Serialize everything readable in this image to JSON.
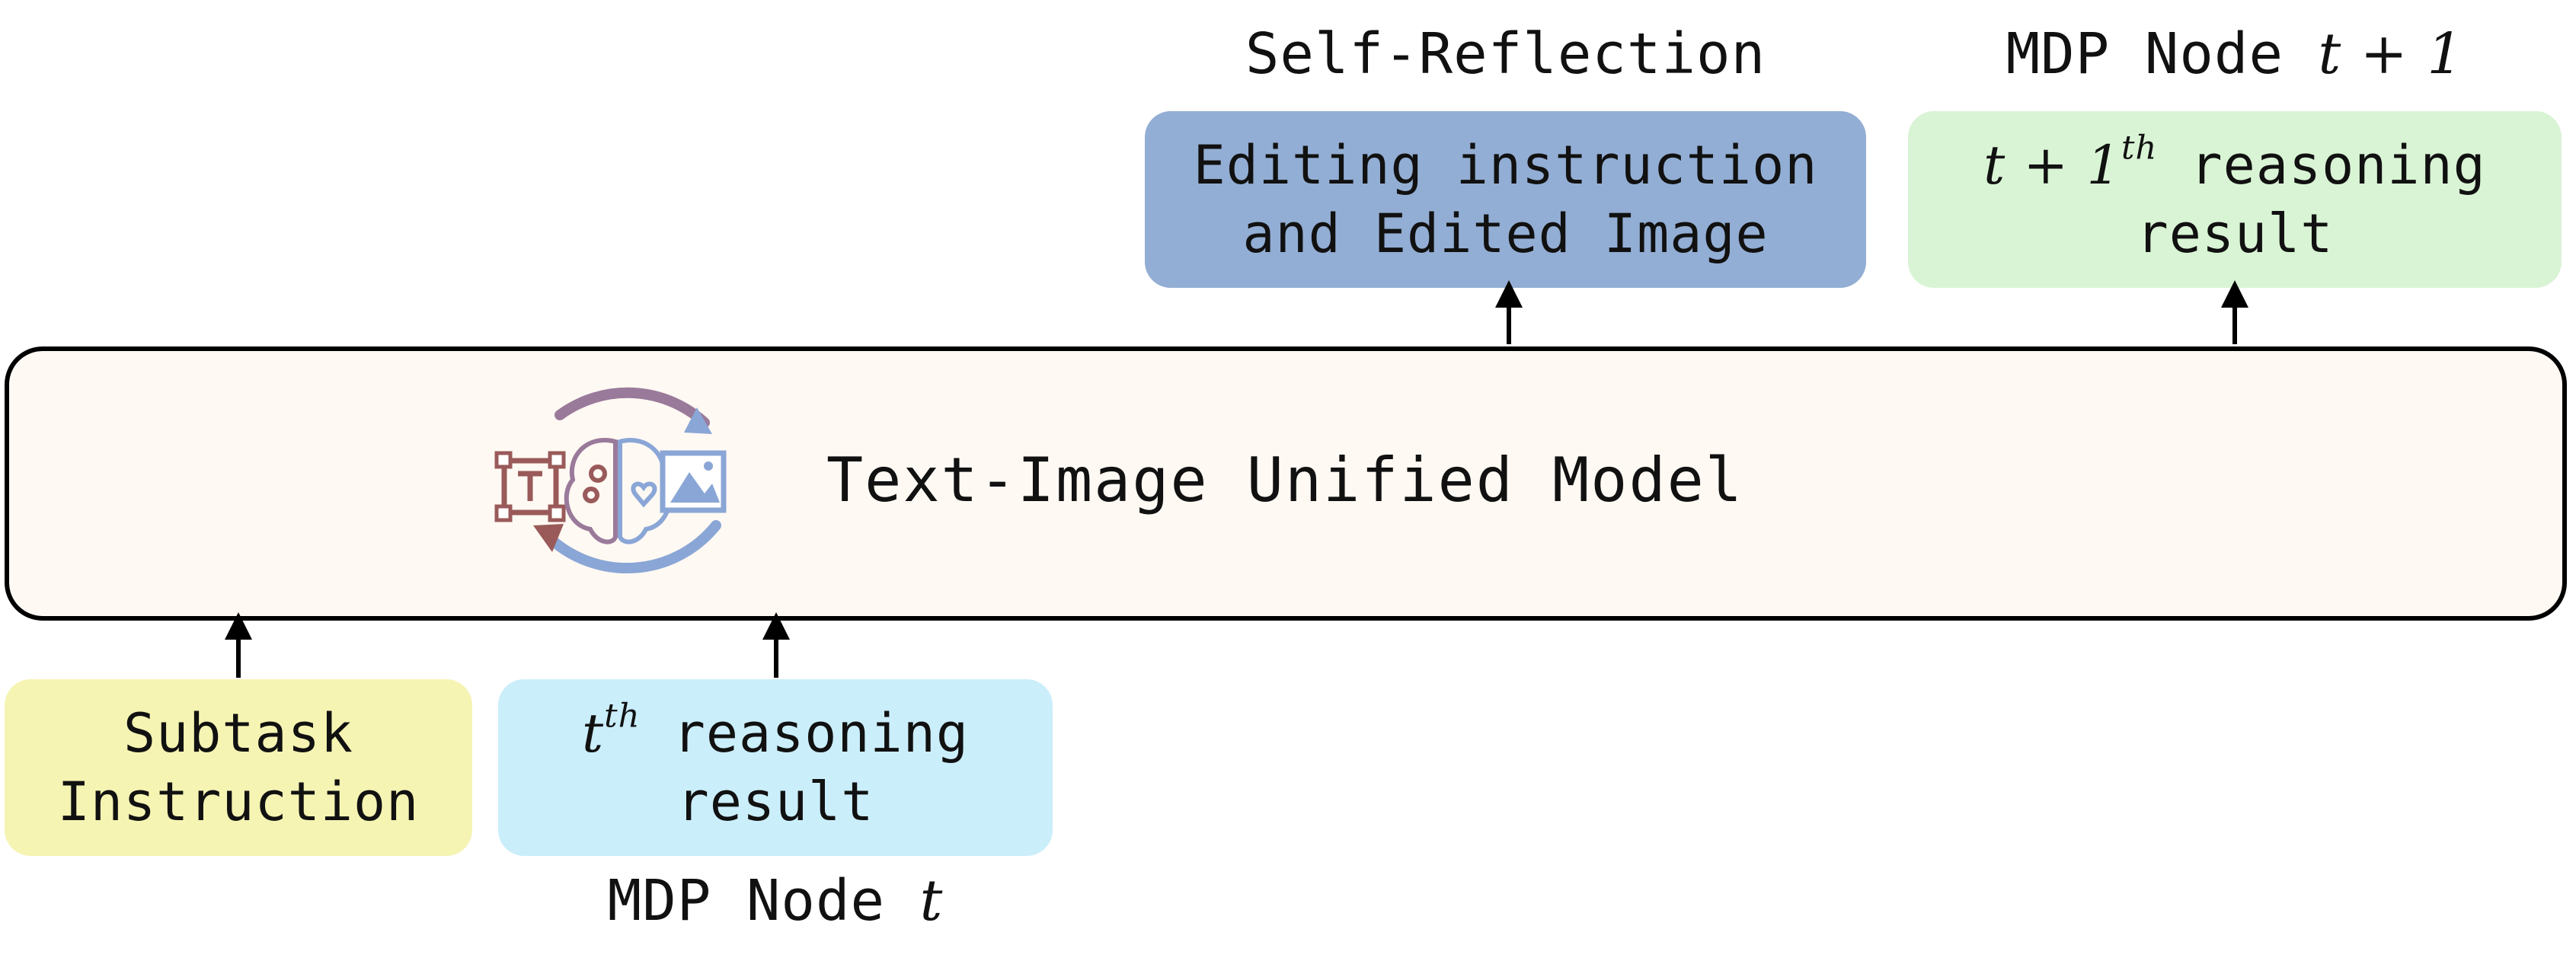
{
  "model": {
    "label": "Text-Image Unified Model"
  },
  "inputs": {
    "subtask": {
      "line1": "Subtask",
      "line2": "Instruction"
    },
    "current": {
      "sup": "th",
      "line1_rest": " reasoning",
      "line2": "result",
      "var": "t"
    }
  },
  "outputs": {
    "reflection": {
      "caption": "Self-Reflection",
      "line1": "Editing instruction",
      "line2": "and Edited Image"
    },
    "next": {
      "caption_prefix": "MDP Node ",
      "caption_math": "t + 1",
      "line1_math": "t + 1",
      "sup": "th",
      "line1_rest": " reasoning",
      "line2": "result"
    }
  },
  "captions": {
    "node_t_prefix": "MDP Node ",
    "node_t_math": "t"
  },
  "colors": {
    "model_fill": "#fff9f3",
    "subtask_fill": "#f6f4b3",
    "current_fill": "#cbeefb",
    "reflection_fill": "#93aed4",
    "next_fill": "#d9f4d5",
    "icon_text_color": "#9a5a5a",
    "icon_image_color": "#8aa6d6"
  },
  "icons": [
    "text-box-icon",
    "brain-icon",
    "image-icon",
    "cycle-arrows-icon"
  ]
}
